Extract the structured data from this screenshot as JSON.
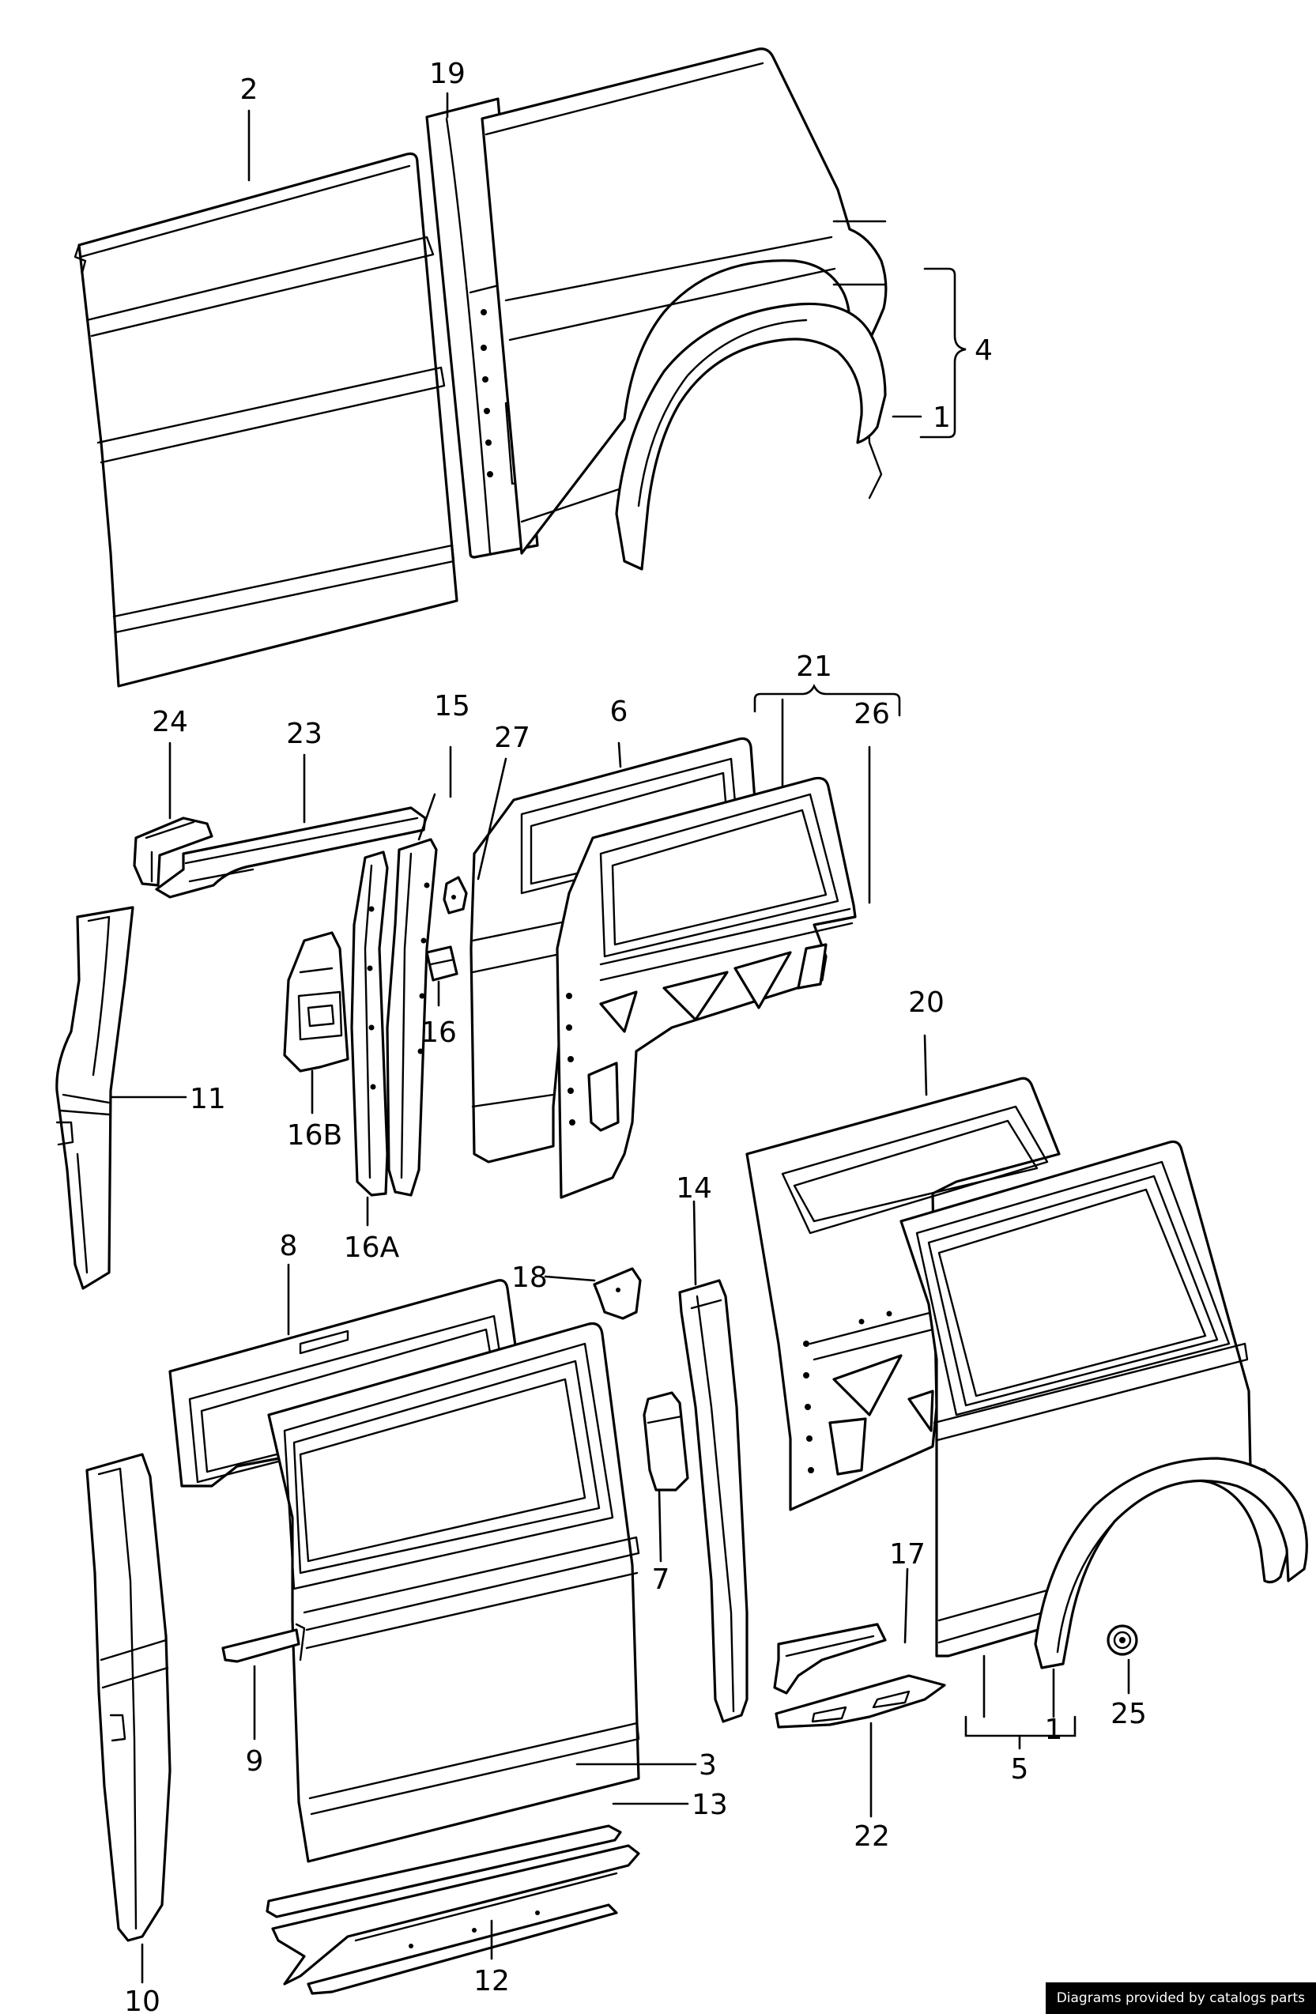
{
  "diagram": {
    "callouts": [
      {
        "id": "2",
        "label": "2"
      },
      {
        "id": "19",
        "label": "19"
      },
      {
        "id": "4",
        "label": "4"
      },
      {
        "id": "1a",
        "label": "1"
      },
      {
        "id": "21",
        "label": "21"
      },
      {
        "id": "24",
        "label": "24"
      },
      {
        "id": "23",
        "label": "23"
      },
      {
        "id": "15",
        "label": "15"
      },
      {
        "id": "27",
        "label": "27"
      },
      {
        "id": "6",
        "label": "6"
      },
      {
        "id": "26",
        "label": "26"
      },
      {
        "id": "11",
        "label": "11"
      },
      {
        "id": "16",
        "label": "16"
      },
      {
        "id": "16B",
        "label": "16B"
      },
      {
        "id": "16A",
        "label": "16A"
      },
      {
        "id": "20",
        "label": "20"
      },
      {
        "id": "8",
        "label": "8"
      },
      {
        "id": "18",
        "label": "18"
      },
      {
        "id": "14",
        "label": "14"
      },
      {
        "id": "7",
        "label": "7"
      },
      {
        "id": "17",
        "label": "17"
      },
      {
        "id": "9",
        "label": "9"
      },
      {
        "id": "3",
        "label": "3"
      },
      {
        "id": "13",
        "label": "13"
      },
      {
        "id": "22",
        "label": "22"
      },
      {
        "id": "1b",
        "label": "1"
      },
      {
        "id": "25",
        "label": "25"
      },
      {
        "id": "5",
        "label": "5"
      },
      {
        "id": "12",
        "label": "12"
      },
      {
        "id": "10",
        "label": "10"
      }
    ]
  },
  "footer": {
    "credit": "Diagrams provided by catalogs parts"
  }
}
